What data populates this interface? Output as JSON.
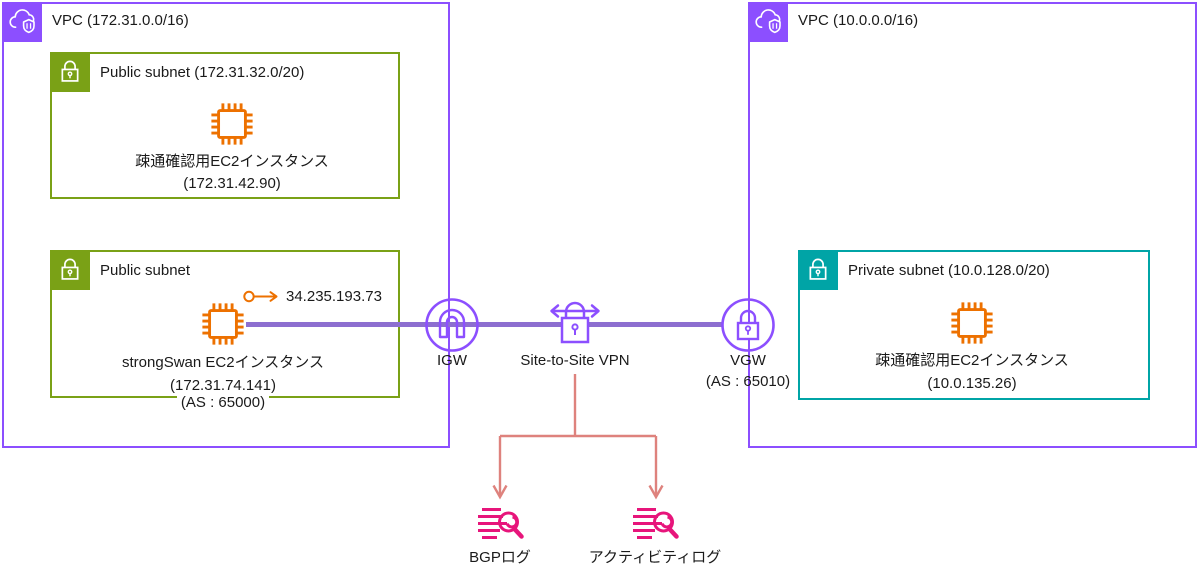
{
  "diagram": {
    "vpc_left": {
      "label": "VPC (172.31.0.0/16)",
      "subnet_a": {
        "label": "Public subnet (172.31.32.0/20)",
        "instance": {
          "name": "疎通確認用EC2インスタンス",
          "ip": "(172.31.42.90)"
        }
      },
      "subnet_b": {
        "label": "Public subnet",
        "elastic_ip": "34.235.193.73",
        "instance": {
          "name": "strongSwan EC2インスタンス",
          "ip": "(172.31.74.141)",
          "asn": "(AS : 65000)"
        }
      }
    },
    "vpc_right": {
      "label": "VPC (10.0.0.0/16)",
      "subnet_c": {
        "label": "Private subnet (10.0.128.0/20)",
        "instance": {
          "name": "疎通確認用EC2インスタンス",
          "ip": "(10.0.135.26)"
        }
      }
    },
    "gateways": {
      "igw": {
        "label": "IGW"
      },
      "vpn": {
        "label": "Site-to-Site VPN"
      },
      "vgw": {
        "label": "VGW",
        "asn": "(AS : 65010)"
      }
    },
    "logs": [
      {
        "label": "BGPログ"
      },
      {
        "label": "アクティビティログ"
      }
    ]
  },
  "colors": {
    "vpc_border": "#8C4FFF",
    "public_subnet": "#7AA116",
    "private_subnet": "#00A4A6",
    "ec2": "#ED7100",
    "cloudwatch_logs": "#E7157B",
    "connection_line": "#8D6FD0",
    "log_flow_line": "#DE827D"
  }
}
